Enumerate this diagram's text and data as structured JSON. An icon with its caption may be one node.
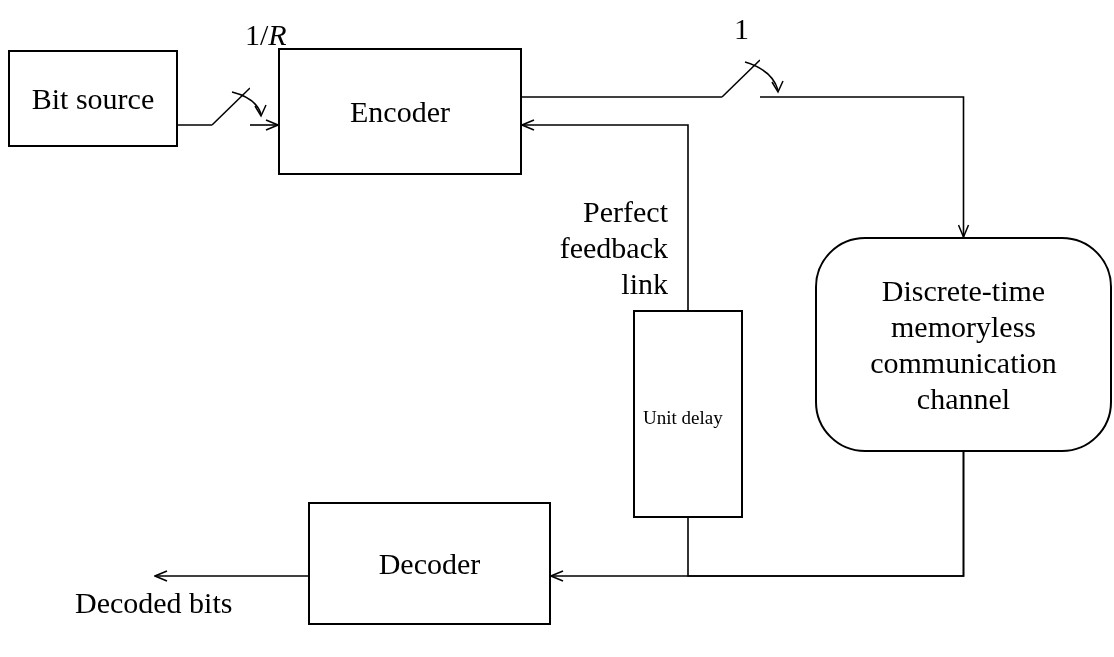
{
  "diagram": {
    "nodes": [
      {
        "text": [
          "Bit source"
        ]
      },
      {
        "text": [
          "Encoder"
        ]
      },
      {
        "text": [
          "Discrete-time memoryless communication channel"
        ]
      },
      {
        "text": [
          "Unit delay"
        ]
      },
      {
        "text": [
          "Decoder"
        ]
      },
      {
        "text": [],
        "shape": "switch"
      },
      {
        "text": [],
        "shape": "switch"
      }
    ],
    "labels": [
      "1/*R*",
      "1"
    ],
    "edges": [
      {
        "from": 0,
        "to": 5,
        "arrow": "none"
      },
      {
        "from": 5,
        "to": 1,
        "arrow": "to"
      },
      {
        "from": 1,
        "to": 6,
        "arrow": "none"
      },
      {
        "from": 6,
        "to": 2,
        "arrow": "to"
      },
      {
        "from": 2,
        "to": 4,
        "arrow": "to"
      },
      {
        "from": 2,
        "to": 3,
        "arrow": "none"
      },
      {
        "from": 3,
        "to": 1,
        "arrow": "to",
        "label": "Perfect feedback link"
      },
      {
        "from": 4,
        "to": null,
        "arrow": "to",
        "label": "Decoded bits"
      }
    ]
  }
}
